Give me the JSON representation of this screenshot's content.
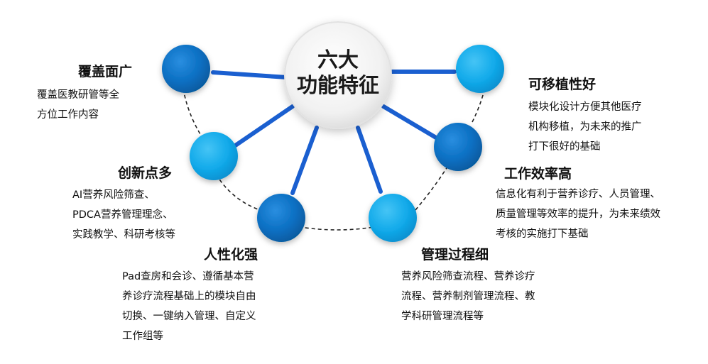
{
  "center": {
    "line1": "六大",
    "line2": "功能特征"
  },
  "colors": {
    "dark_blue": "#0a6fc2",
    "light_blue": "#12aaea",
    "connector": "#1a5fd0",
    "dashed": "#222222"
  },
  "features": [
    {
      "title": "覆盖面广",
      "lines": [
        "覆盖医教研管等全",
        "方位工作内容"
      ]
    },
    {
      "title": "创新点多",
      "lines": [
        "AI营养风险筛查、",
        "PDCA营养管理理念、",
        "实践教学、科研考核等"
      ]
    },
    {
      "title": "人性化强",
      "lines": [
        "Pad查房和会诊、遵循基本营",
        "养诊疗流程基础上的模块自由",
        "切换、一键纳入管理、自定义",
        "工作组等"
      ]
    },
    {
      "title": "管理过程细",
      "lines": [
        "营养风险筛查流程、营养诊疗",
        "流程、营养制剂管理流程、教",
        "学科研管理流程等"
      ]
    },
    {
      "title": "工作效率高",
      "lines": [
        "信息化有利于营养诊疗、人员管理、",
        "质量管理等效率的提升，为未来绩效",
        "考核的实施打下基础"
      ]
    },
    {
      "title": "可移植性好",
      "lines": [
        "模块化设计方便其他医疗",
        "机构移植，为未来的推广",
        "打下很好的基础"
      ]
    }
  ]
}
